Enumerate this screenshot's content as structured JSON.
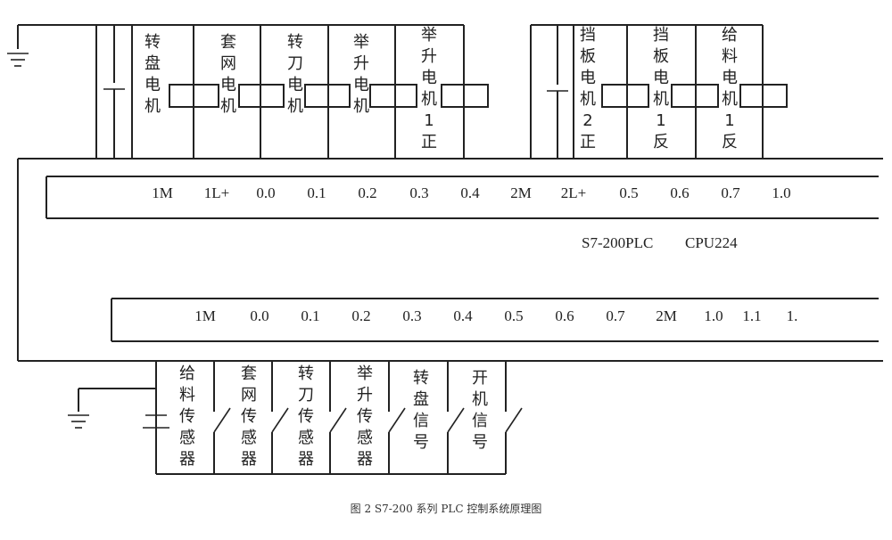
{
  "top_terminals": [
    "1M",
    "1L+",
    "0.0",
    "0.1",
    "0.2",
    "0.3",
    "0.4",
    "2M",
    "2L+",
    "0.5",
    "0.6",
    "0.7",
    "1.0"
  ],
  "plc_model": "S7-200PLC",
  "cpu_model": "CPU224",
  "bottom_terminals": [
    "1M",
    "0.0",
    "0.1",
    "0.2",
    "0.3",
    "0.4",
    "0.5",
    "0.6",
    "0.7",
    "2M",
    "1.0",
    "1.1",
    "1."
  ],
  "output_loads": [
    {
      "lines": [
        "转",
        "盘",
        "电",
        "机"
      ]
    },
    {
      "lines": [
        "套",
        "网",
        "电",
        "机"
      ]
    },
    {
      "lines": [
        "转",
        "刀",
        "电",
        "机"
      ]
    },
    {
      "lines": [
        "举",
        "升",
        "电",
        "机"
      ]
    },
    {
      "lines": [
        "举",
        "升",
        "电",
        "机",
        "1",
        "正"
      ]
    },
    {
      "lines": [
        "挡",
        "板",
        "电",
        "机",
        "2",
        "正"
      ]
    },
    {
      "lines": [
        "挡",
        "板",
        "电",
        "机",
        "1",
        "反"
      ]
    },
    {
      "lines": [
        "给",
        "料",
        "电",
        "机",
        "1",
        "反"
      ]
    }
  ],
  "input_devices": [
    {
      "lines": [
        "给",
        "料",
        "传",
        "感",
        "器"
      ]
    },
    {
      "lines": [
        "套",
        "网",
        "传",
        "感",
        "器"
      ]
    },
    {
      "lines": [
        "转",
        "刀",
        "传",
        "感",
        "器"
      ]
    },
    {
      "lines": [
        "举",
        "升",
        "传",
        "感",
        "器"
      ]
    },
    {
      "lines": [
        "转",
        "盘",
        "信",
        "号"
      ]
    },
    {
      "lines": [
        "开",
        "机",
        "信",
        "号"
      ]
    }
  ],
  "caption": "图 2 S7-200 系列 PLC 控制系统原理图"
}
